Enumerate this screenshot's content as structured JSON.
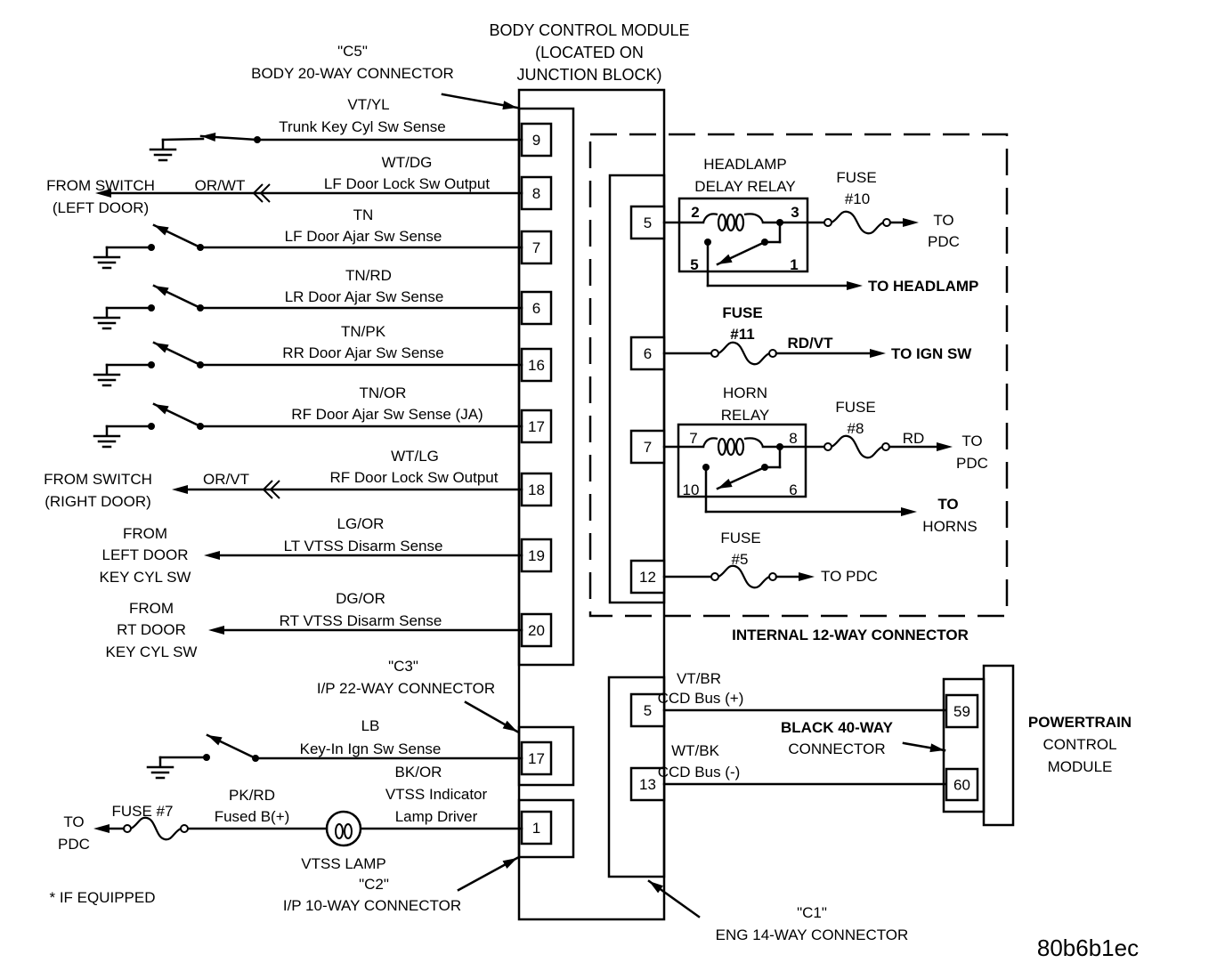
{
  "module": {
    "title_lines": [
      "BODY CONTROL MODULE",
      "(LOCATED ON",
      "JUNCTION BLOCK)"
    ]
  },
  "connectors": {
    "c5": {
      "id": "\"C5\"",
      "name": "BODY 20-WAY CONNECTOR"
    },
    "c3": {
      "id": "\"C3\"",
      "name": "I/P 22-WAY CONNECTOR"
    },
    "c2": {
      "id": "\"C2\"",
      "name": "I/P 10-WAY CONNECTOR"
    },
    "c1": {
      "id": "\"C1\"",
      "name": "ENG 14-WAY CONNECTOR"
    },
    "internal": {
      "name": "INTERNAL 12-WAY CONNECTOR"
    },
    "pcm_connector": {
      "name_lines": [
        "BLACK 40-WAY",
        "CONNECTOR"
      ]
    }
  },
  "c5_circuits": [
    {
      "pin": "9",
      "wire": "VT/YL",
      "function": "Trunk Key Cyl Sw Sense"
    },
    {
      "pin": "8",
      "wire": "WT/DG",
      "function": "LF Door Lock Sw Output",
      "ext_wire": "OR/WT",
      "dest_lines": [
        "FROM SWITCH",
        "(LEFT DOOR)"
      ]
    },
    {
      "pin": "7",
      "wire": "TN",
      "function": "LF Door Ajar Sw Sense"
    },
    {
      "pin": "6",
      "wire": "TN/RD",
      "function": "LR Door Ajar Sw Sense"
    },
    {
      "pin": "16",
      "wire": "TN/PK",
      "function": "RR Door Ajar Sw Sense"
    },
    {
      "pin": "17",
      "wire": "TN/OR",
      "function": "RF Door Ajar Sw Sense (JA)"
    },
    {
      "pin": "18",
      "wire": "WT/LG",
      "function": "RF Door Lock Sw Output",
      "ext_wire": "OR/VT",
      "dest_lines": [
        "FROM SWITCH",
        "(RIGHT DOOR)"
      ]
    },
    {
      "pin": "19",
      "wire": "LG/OR",
      "function": "LT VTSS Disarm Sense",
      "dest_lines": [
        "FROM",
        "LEFT DOOR",
        "KEY CYL SW"
      ]
    },
    {
      "pin": "20",
      "wire": "DG/OR",
      "function": "RT VTSS Disarm Sense",
      "dest_lines": [
        "FROM",
        "RT DOOR",
        "KEY CYL SW"
      ]
    }
  ],
  "c3_circuits": [
    {
      "pin": "17",
      "wire": "LB",
      "function": "Key-In Ign Sw Sense"
    }
  ],
  "c2_circuits": [
    {
      "pin": "1",
      "wire": "BK/OR",
      "function_lines": [
        "VTSS Indicator",
        "Lamp Driver"
      ],
      "supply_wire": "PK/RD",
      "supply_function": "Fused B(+)",
      "lamp": "VTSS LAMP",
      "fuse": "FUSE #7",
      "dest_lines": [
        "TO",
        "PDC"
      ]
    }
  ],
  "internal_circuits": [
    {
      "pin": "5",
      "relay_lines": [
        "HEADLAMP",
        "DELAY RELAY"
      ],
      "relay_pins": [
        "2",
        "3",
        "5",
        "1"
      ],
      "fuse_lines": [
        "FUSE",
        "#10"
      ],
      "dest_lines": [
        "TO",
        "PDC"
      ],
      "relay_output": "TO HEADLAMP"
    },
    {
      "pin": "6",
      "fuse_lines": [
        "FUSE",
        "#11"
      ],
      "wire": "RD/VT",
      "dest": "TO IGN SW"
    },
    {
      "pin": "7",
      "relay_lines": [
        "HORN",
        "RELAY"
      ],
      "relay_pins": [
        "7",
        "8",
        "10",
        "6"
      ],
      "fuse_lines": [
        "FUSE",
        "#8"
      ],
      "wire": "RD",
      "dest_lines": [
        "TO",
        "PDC"
      ],
      "relay_output_lines": [
        "TO",
        "HORNS"
      ]
    },
    {
      "pin": "12",
      "fuse_lines": [
        "FUSE",
        "#5"
      ],
      "dest": "TO PDC"
    }
  ],
  "c1_circuits": [
    {
      "pin": "5",
      "wire": "VT/BR",
      "function": "CCD Bus (+)",
      "pcm_pin": "59"
    },
    {
      "pin": "13",
      "wire": "WT/BK",
      "function": "CCD Bus (-)",
      "pcm_pin": "60"
    }
  ],
  "pcm": {
    "name_lines": [
      "POWERTRAIN",
      "CONTROL",
      "MODULE"
    ]
  },
  "footnote": "* IF EQUIPPED",
  "figure_id": "80b6b1ec"
}
